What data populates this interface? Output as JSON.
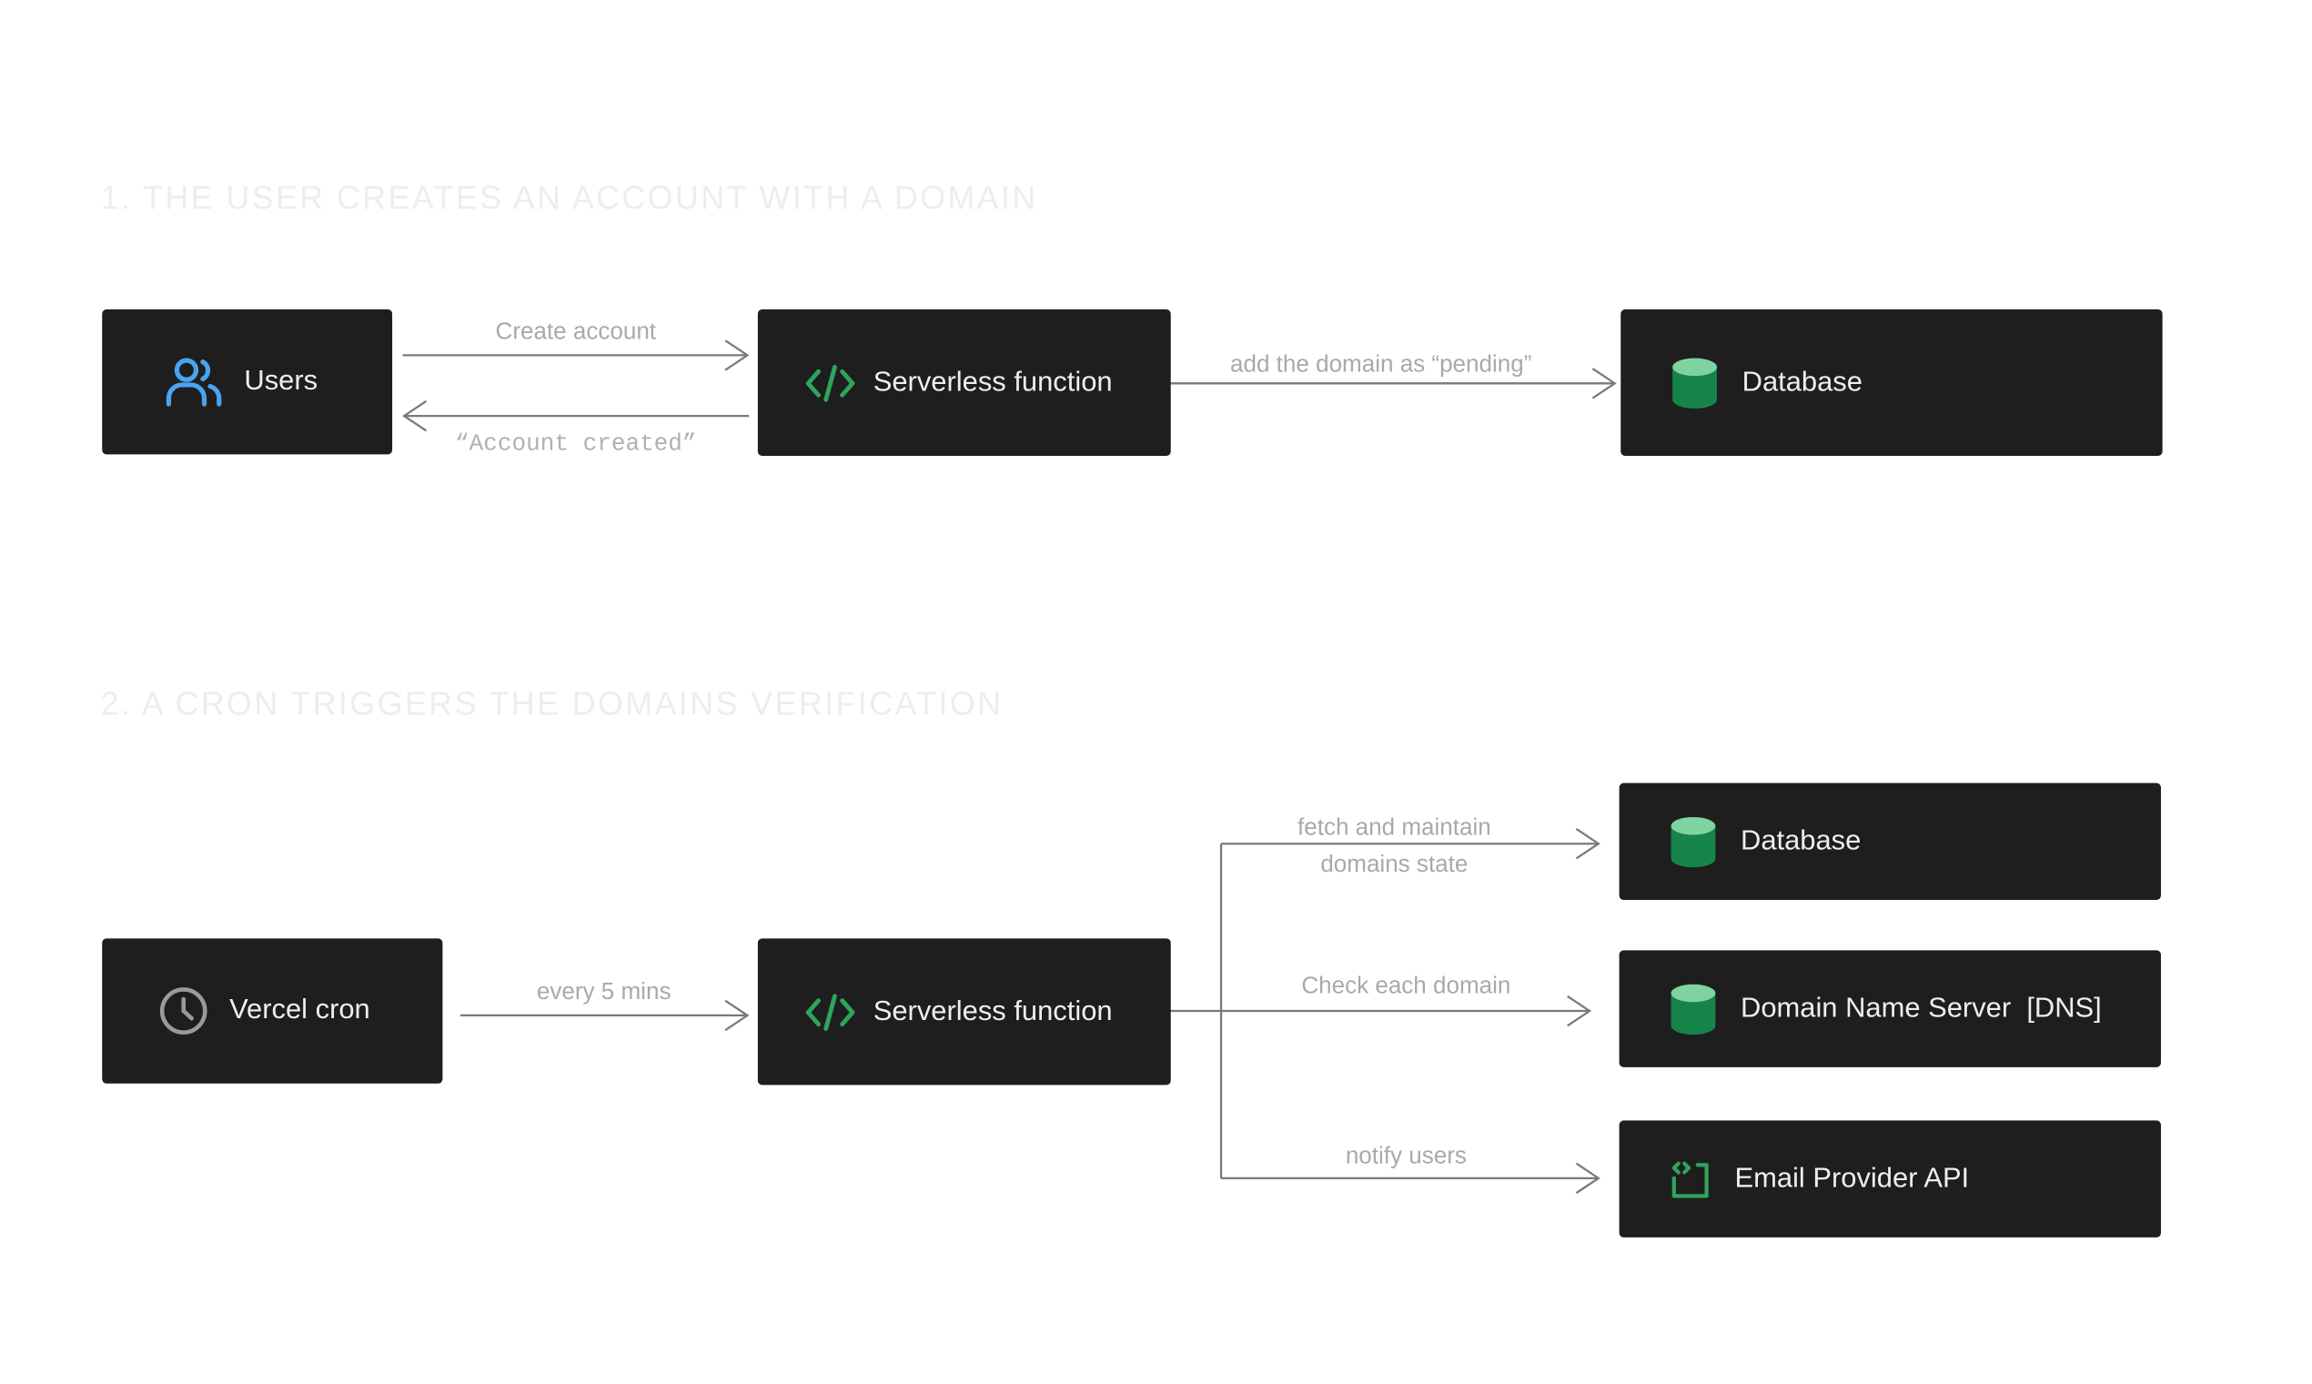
{
  "sections": [
    {
      "title": "1. THE USER CREATES AN ACCOUNT WITH A DOMAIN"
    },
    {
      "title": "2. A CRON TRIGGERS THE DOMAINS VERIFICATION"
    }
  ],
  "nodes": {
    "users": {
      "label": "Users",
      "icon": "users-icon"
    },
    "serverless_1": {
      "label": "Serverless function",
      "icon": "code-icon"
    },
    "database_1": {
      "label": "Database",
      "icon": "database-icon"
    },
    "vercel_cron": {
      "label": "Vercel cron",
      "icon": "clock-icon"
    },
    "serverless_2": {
      "label": "Serverless function",
      "icon": "code-icon"
    },
    "database_2": {
      "label": "Database",
      "icon": "database-icon"
    },
    "dns": {
      "label": "Domain Name Server  [DNS]",
      "icon": "database-icon"
    },
    "email_api": {
      "label": "Email Provider API",
      "icon": "api-bracket-icon"
    }
  },
  "edges": {
    "create_account": "Create account",
    "account_created": "“Account created”",
    "add_pending": "add the domain as “pending”",
    "every_5_mins": "every 5 mins",
    "fetch_maintain_line1": "fetch and maintain",
    "fetch_maintain_line2": "domains state",
    "check_each_domain": "Check each domain",
    "notify_users": "notify users"
  },
  "colors": {
    "node_bg": "#1e1e1e",
    "node_text": "#eeeeee",
    "users_icon": "#4aa3f0",
    "code_icon": "#2fa45b",
    "db_body": "#16844a",
    "db_top": "#7fd3a0",
    "edge_line": "#7a7a7a",
    "edge_label": "#a9a9a9",
    "section_title": "#ededed"
  }
}
